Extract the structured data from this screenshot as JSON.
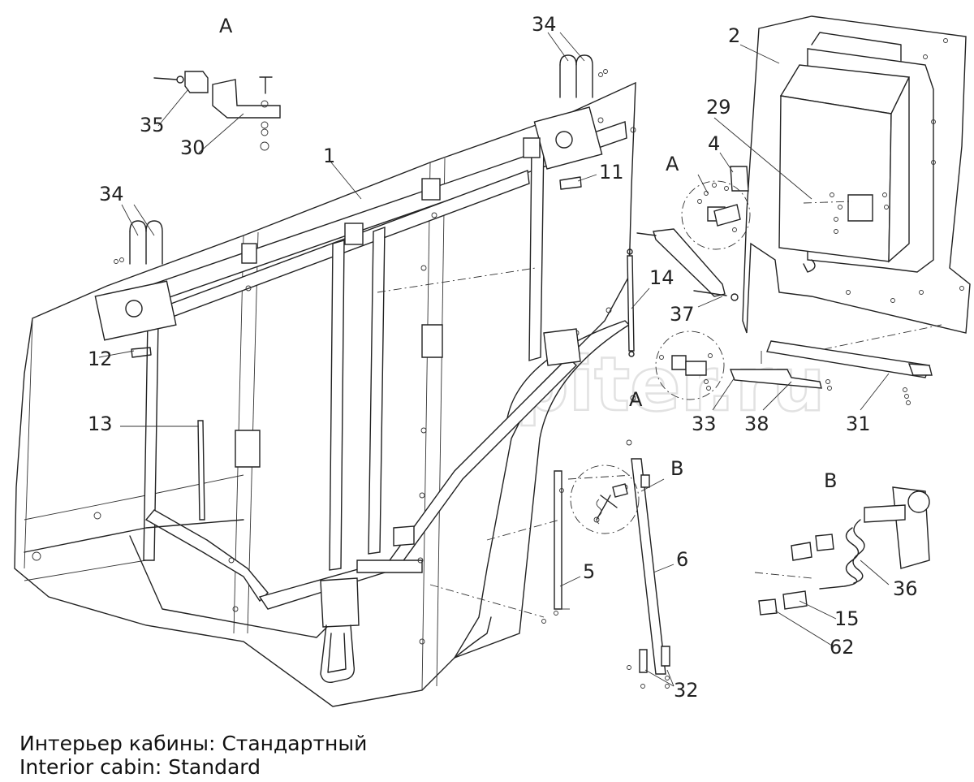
{
  "watermark": "autopiter.ru",
  "labels": {
    "l1": "1",
    "l2": "2",
    "l4": "4",
    "l5": "5",
    "l6": "6",
    "l11": "11",
    "l12": "12",
    "l13": "13",
    "l14": "14",
    "l15": "15",
    "l29": "29",
    "l30": "30",
    "l31": "31",
    "l32": "32",
    "l33": "33",
    "l34a": "34",
    "l34b": "34",
    "l35": "35",
    "l36": "36",
    "l37": "37",
    "l38": "38",
    "l62": "62",
    "viewA1": "A",
    "viewA2": "A",
    "viewA3": "A",
    "viewB1": "B",
    "viewB2": "B"
  },
  "caption": {
    "ru": "Интерьер кабины: Стандартный",
    "en": "Interior cabin: Standard"
  }
}
